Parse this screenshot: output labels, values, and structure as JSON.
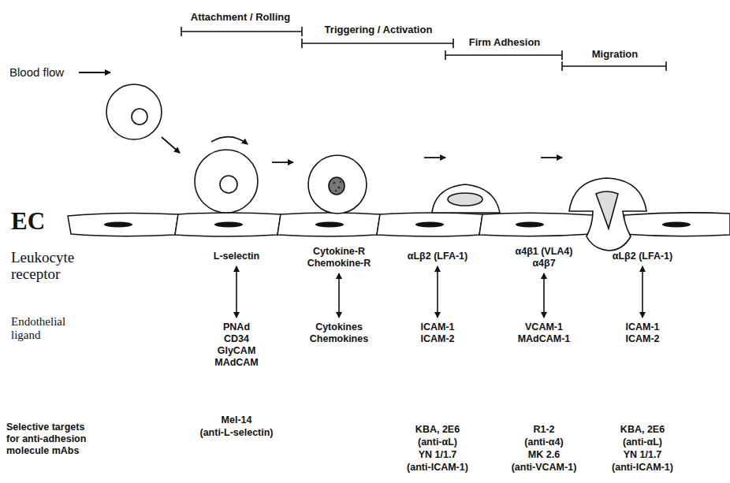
{
  "diagram": {
    "nodes": [
      {
        "text": [
          "L-selectin"
        ]
      },
      {
        "text": [
          "Cytokine-R Chemokine-R"
        ]
      },
      {
        "text": [
          "αLβ2 (LFA-1)"
        ]
      },
      {
        "text": [
          "α4β1 (VLA4) α4β7"
        ]
      },
      {
        "text": [
          "αLβ2 (LFA-1)"
        ]
      },
      {
        "text": [
          "PNAd CD34 GlyCAM MAdCAM"
        ]
      },
      {
        "text": [
          "Cytokines Chemokines"
        ]
      },
      {
        "text": [
          "ICAM-1 ICAM-2"
        ]
      },
      {
        "text": [
          "VCAM-1 MAdCAM-1"
        ]
      },
      {
        "text": [
          "ICAM-1 ICAM-2"
        ]
      }
    ],
    "edges": [
      {
        "from": 0,
        "to": 5,
        "arrow": "both"
      },
      {
        "from": 1,
        "to": 6,
        "arrow": "both"
      },
      {
        "from": 2,
        "to": 7,
        "arrow": "both"
      },
      {
        "from": 3,
        "to": 8,
        "arrow": "both"
      },
      {
        "from": 4,
        "to": 9,
        "arrow": "both"
      }
    ],
    "labels": [
      "Attachment / Rolling",
      "Triggering / Activation",
      "Firm Adhesion",
      "Migration",
      "Blood flow",
      "EC",
      "Leukocyte receptor",
      "Endothelial ligand",
      "Selective targets for anti-adhesion molecule mAbs",
      "Mel-14",
      "(anti-L-selectin)",
      "KBA, 2E6",
      "(anti-αL)",
      "YN 1/1.7",
      "(anti-ICAM-1)",
      "R1-2",
      "(anti-α4)",
      "MK 2.6",
      "(anti-VCAM-1)",
      "KBA, 2E6",
      "(anti-αL)",
      "YN 1/1.7",
      "(anti-ICAM-1)"
    ]
  }
}
